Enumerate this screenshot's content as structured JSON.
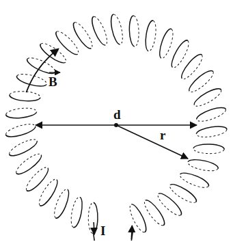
{
  "diagram": {
    "labels": [
      "B",
      "d",
      "r",
      "I"
    ]
  }
}
